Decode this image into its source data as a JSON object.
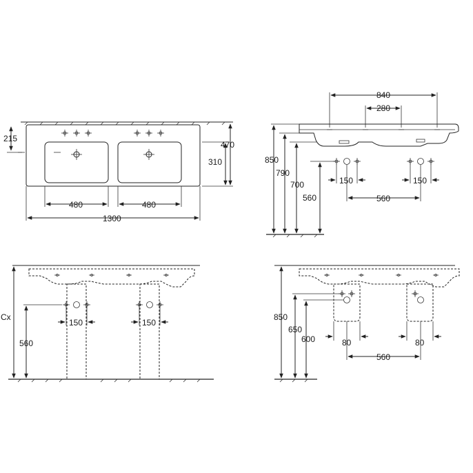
{
  "top_view": {
    "dims": [
      "215",
      "470",
      "310",
      "480",
      "480",
      "1300"
    ]
  },
  "side_view": {
    "dims": [
      "840",
      "280",
      "850",
      "790",
      "700",
      "560",
      "150",
      "150",
      "560"
    ]
  },
  "front_view": {
    "dims": [
      "Cx",
      "560",
      "150",
      "150"
    ]
  },
  "side_view_siphon": {
    "dims": [
      "850",
      "650",
      "600",
      "80",
      "80",
      "560"
    ]
  },
  "colors": {
    "line": "#222222",
    "background": "#ffffff"
  }
}
